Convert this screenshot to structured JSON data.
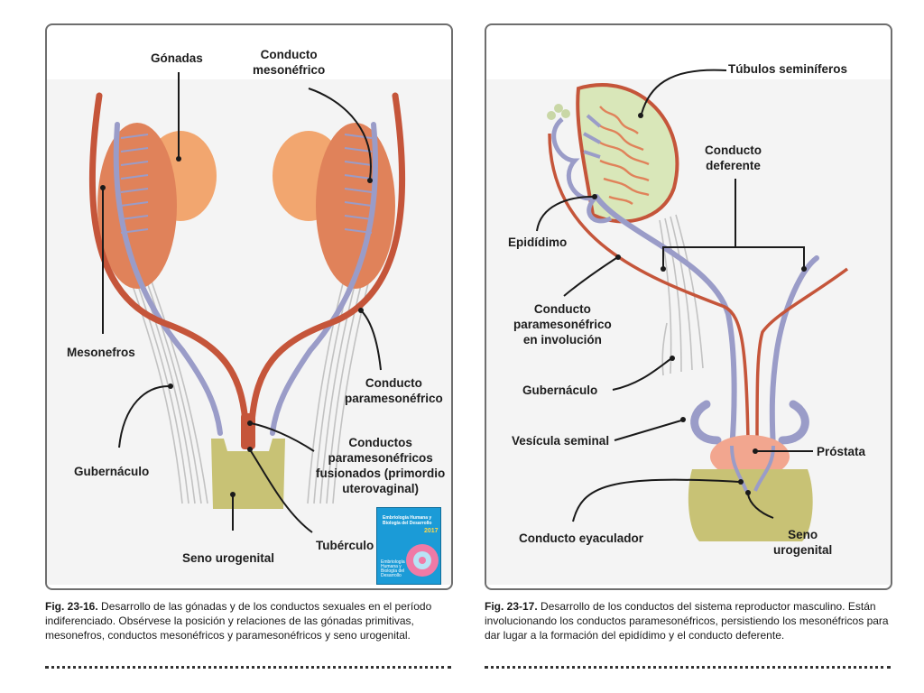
{
  "left_figure": {
    "labels": {
      "gonadas": "Gónadas",
      "conducto_mesonefrico": "Conducto\nmesonéfrico",
      "mesonefros": "Mesonefros",
      "conducto_paramesonefrico": "Conducto\nparamesonéfrico",
      "conductos_fusionados": "Conductos\nparamesonéfricos\nfusionados (primordio\nuterovaginal)",
      "gubernaculo": "Gubernáculo",
      "tuberculo": "Tubérculo",
      "seno_urogenital": "Seno urogenital"
    },
    "book": {
      "title": "Embriología Humana y Biología del Desarrollo",
      "year": "2017",
      "subtitle": "Embriología Humana y Biología del Desarrollo"
    },
    "caption": {
      "fig": "Fig. 23-16.",
      "text": " Desarrollo de las gónadas y de los conductos sexuales en el período indiferenciado. Obsérvese la posición y relaciones de las gónadas primitivas, mesonefros, conductos mesonéfricos y paramesonéfricos y seno urogenital."
    }
  },
  "right_figure": {
    "labels": {
      "tubulos": "Túbulos seminíferos",
      "conducto_deferente": "Conducto\ndeferente",
      "epididimo": "Epidídimo",
      "conducto_paramesonefrico_involucion": "Conducto\nparamesonéfrico\nen involución",
      "gubernaculo": "Gubernáculo",
      "vesicula_seminal": "Vesícula seminal",
      "prostata": "Próstata",
      "conducto_eyaculador": "Conducto eyaculador",
      "seno_urogenital": "Seno\nurogenital"
    },
    "caption": {
      "fig": "Fig. 23-17.",
      "text": " Desarrollo de los conductos del sistema reproductor masculino. Están involucionando los conductos paramesonéfricos, persistiendo los mesonéfricos para dar lugar a la formación del epidídimo y el conducto deferente."
    }
  },
  "colors": {
    "mesonephros": "#e0825a",
    "gonad": "#f2a66f",
    "mesonephric_duct": "#9a9cc8",
    "paramesonephric_duct": "#c5553a",
    "urogenital_sinus": "#c8c275",
    "testis_tubules": "#d9e7b9",
    "gubernaculum": "#c9c9c9"
  }
}
